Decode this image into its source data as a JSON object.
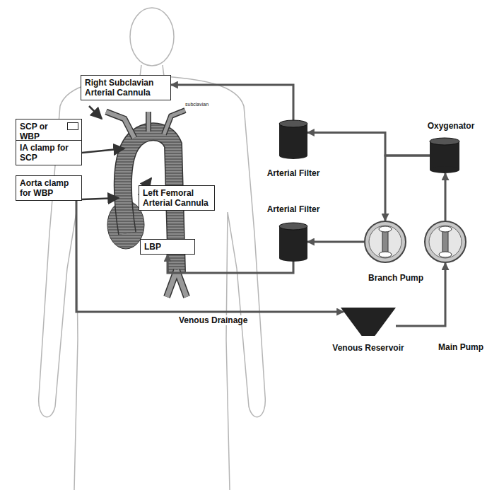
{
  "diagram": {
    "nodes": [
      {
        "text": [
          "Right Subclavian Arterial Cannula"
        ]
      },
      {
        "text": [
          "SCP or WBP"
        ]
      },
      {
        "text": [
          "IA clamp for SCP"
        ]
      },
      {
        "text": [
          "Aorta clamp for WBP"
        ]
      },
      {
        "text": [
          "Left Femoral Arterial Cannula"
        ]
      },
      {
        "text": [
          "LBP"
        ]
      },
      {
        "text": [
          "Arterial Filter"
        ]
      },
      {
        "text": [
          "Arterial Filter"
        ]
      },
      {
        "text": [
          "Oxygenator"
        ]
      },
      {
        "text": [
          "Branch Pump"
        ]
      },
      {
        "text": [
          "Main Pump"
        ]
      },
      {
        "text": [
          "Venous Reservoir"
        ]
      }
    ],
    "edges": [
      {
        "from": 11,
        "to": 10,
        "arrow": "to"
      },
      {
        "from": 10,
        "to": 8,
        "arrow": "to"
      },
      {
        "from": 8,
        "to": 6,
        "arrow": "to"
      },
      {
        "from": 8,
        "to": 9,
        "arrow": "to"
      },
      {
        "from": 9,
        "to": 7,
        "arrow": "to"
      },
      {
        "from": 6,
        "to": 0,
        "arrow": "to"
      },
      {
        "from": 7,
        "to": 5,
        "arrow": "to"
      },
      {
        "from": 3,
        "to": 11,
        "label": "Venous Drainage",
        "arrow": "to"
      }
    ],
    "labels": [
      "subclavian"
    ]
  }
}
